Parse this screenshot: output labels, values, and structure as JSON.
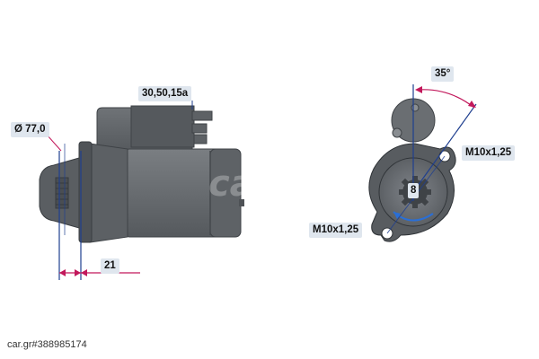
{
  "annotations": {
    "terminal_label": "30,50,15a",
    "diameter_label": "Ø 77,0",
    "offset_label": "21",
    "angle_label": "35°",
    "thread_upper_label": "M10x1,25",
    "thread_lower_label": "M10x1,25",
    "teeth_label": "8"
  },
  "watermark": {
    "logo_text": "car.gr",
    "id_text": "car.gr#388985174"
  },
  "colors": {
    "body": "#6b6f73",
    "body_dark": "#4e5256",
    "body_light": "#8a8e92",
    "dimension_line": "#c2185b",
    "axis_line": "#1f3f8f",
    "label_bg": "#dfe6ee"
  }
}
